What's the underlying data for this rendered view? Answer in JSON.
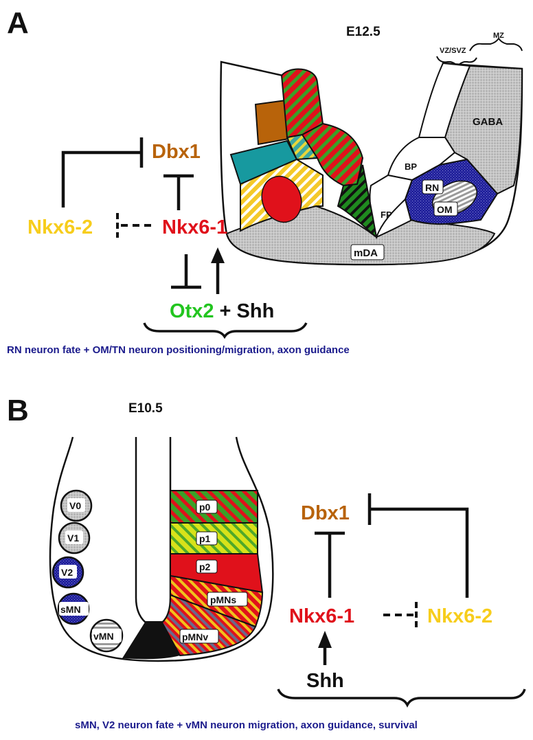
{
  "panel_a": {
    "letter": "A",
    "stage": "E12.5",
    "zones": {
      "vz_svz": "VZ/SVZ",
      "mz": "MZ"
    },
    "regions": {
      "gaba": "GABA",
      "bp": "BP",
      "rn": "RN",
      "om": "OM",
      "fp": "FP",
      "mda": "mDA"
    },
    "network": {
      "dbx1": "Dbx1",
      "nkx62": "Nkx6-2",
      "nkx61": "Nkx6-1",
      "otx2": "Otx2",
      "plus_shh": " + Shh"
    },
    "caption": "RN neuron fate + OM/TN neuron positioning/migration, axon guidance"
  },
  "panel_b": {
    "letter": "B",
    "stage": "E10.5",
    "neurons": [
      "V0",
      "V1",
      "V2",
      "sMN",
      "vMN"
    ],
    "domains": [
      "p0",
      "p1",
      "p2",
      "pMNs",
      "pMNv"
    ],
    "network": {
      "dbx1": "Dbx1",
      "nkx61": "Nkx6-1",
      "nkx62": "Nkx6-2",
      "shh": "Shh"
    },
    "caption": "sMN, V2 neuron fate + vMN neuron migration, axon guidance, survival"
  },
  "colors": {
    "dbx1": "#b8630a",
    "nkx61": "#e0111b",
    "nkx62": "#f7cd1c",
    "otx2": "#22c51f",
    "caption": "#1b1b8c",
    "teal": "#17999f",
    "blue": "#22229c",
    "grey": "#c4c4c4"
  }
}
